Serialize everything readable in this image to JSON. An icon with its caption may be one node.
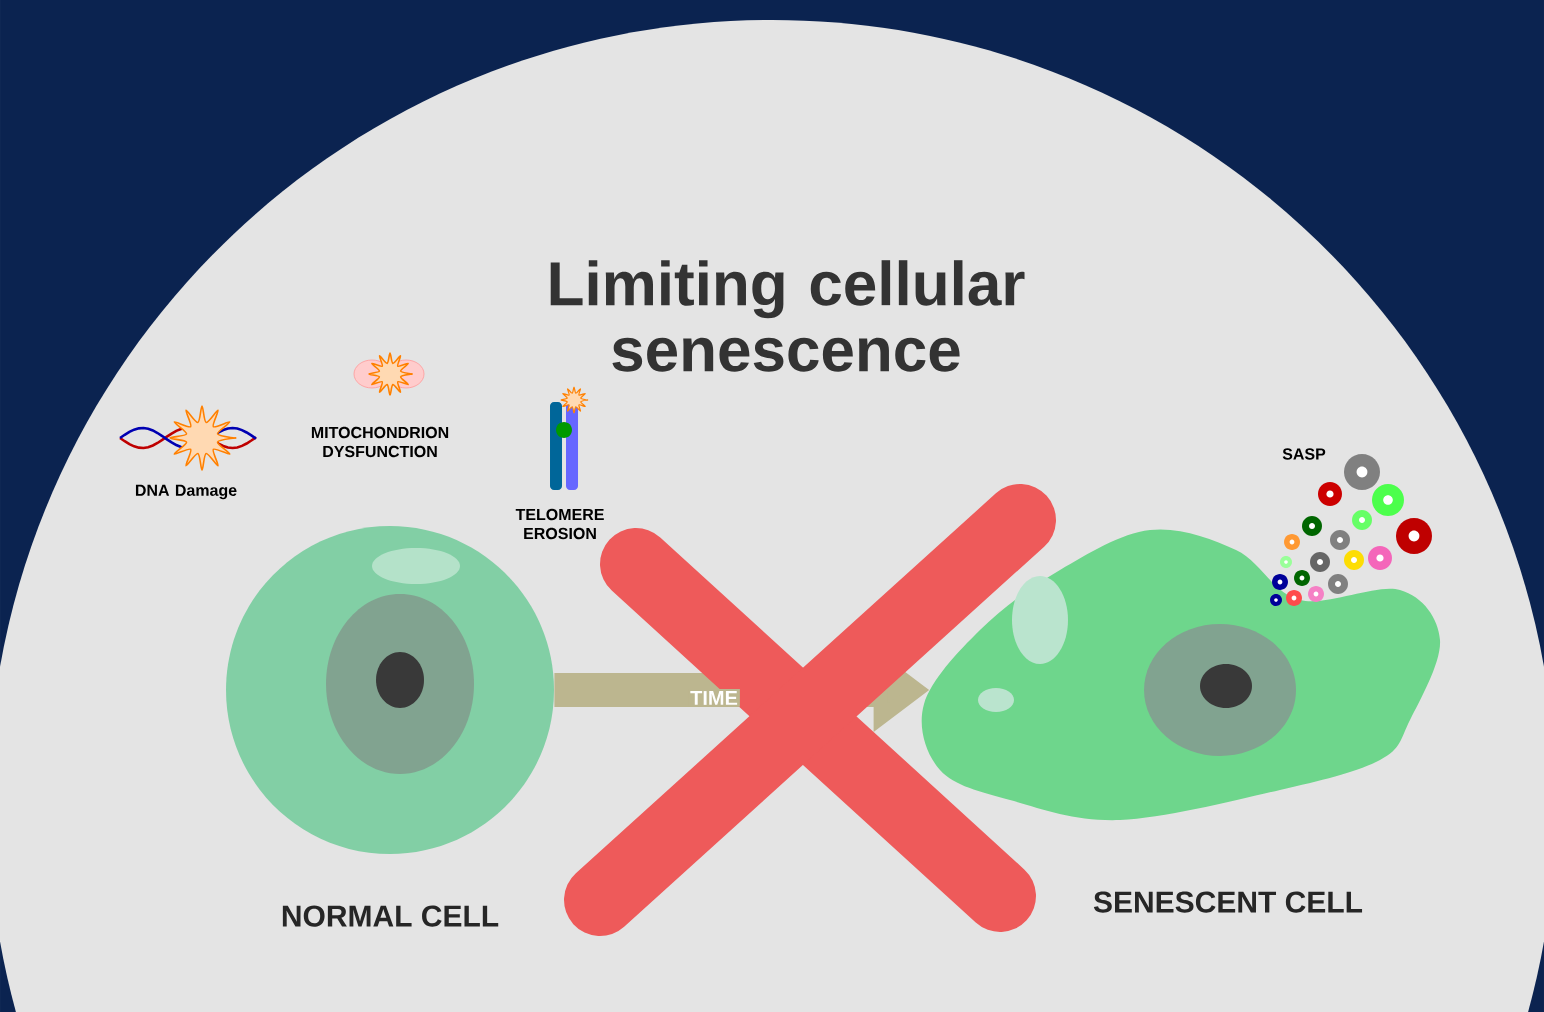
{
  "diagram": {
    "title": "Limiting cellular senescence",
    "nodes": [
      {
        "text": [
          "NORMAL CELL"
        ]
      },
      {
        "text": [
          "SENESCENT CELL"
        ]
      }
    ],
    "edges": [
      {
        "from": 0,
        "to": 1,
        "arrow": "to",
        "label": "TIME"
      }
    ],
    "labels": [
      "DNA Damage",
      "MITOCHONDRION DYSFUNCTION",
      "TELOMERE EROSION",
      "SASP"
    ]
  }
}
